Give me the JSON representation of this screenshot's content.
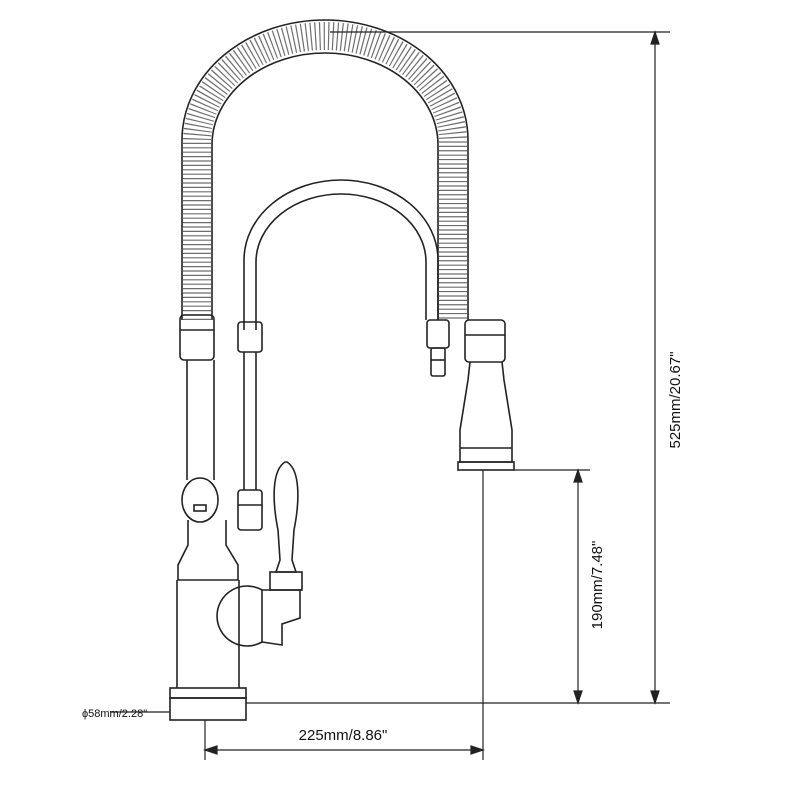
{
  "dimensions": {
    "total_height": "525mm/20.67\"",
    "spout_height": "190mm/7.48\"",
    "reach": "225mm/8.86\"",
    "base_diameter": "ϕ58mm/2.28\""
  }
}
